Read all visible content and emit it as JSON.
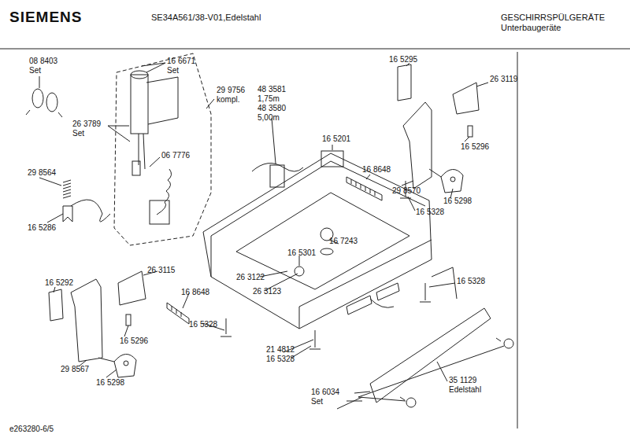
{
  "diagram": {
    "labels": [
      "SIEMENS",
      "SE34A561/38-V01,Edelstahl",
      "GESCHIRRSPÜLGERÄTE",
      "Unterbaugeräte",
      "08 8403",
      "Set",
      "16 6671",
      "Set",
      "29 9756",
      "kompl.",
      "26 3789",
      "Set",
      "06 7776",
      "29 8564",
      "16 5286",
      "48 3581",
      "1,75m",
      "48 3580",
      "5,00m",
      "16 5201",
      "16 5295",
      "26 3119",
      "16 5296",
      "16 8648",
      "29 8570",
      "16 5298",
      "16 5328",
      "16 7243",
      "16 5301",
      "26 3122",
      "26 3123",
      "26 3115",
      "16 5292",
      "16 8648",
      "16 5296",
      "16 5328",
      "16 5328",
      "29 8567",
      "16 5298",
      "21 4812",
      "16 5328",
      "35 1129",
      "Edelstahl",
      "16 6034",
      "Set",
      "e263280-6/5"
    ]
  }
}
